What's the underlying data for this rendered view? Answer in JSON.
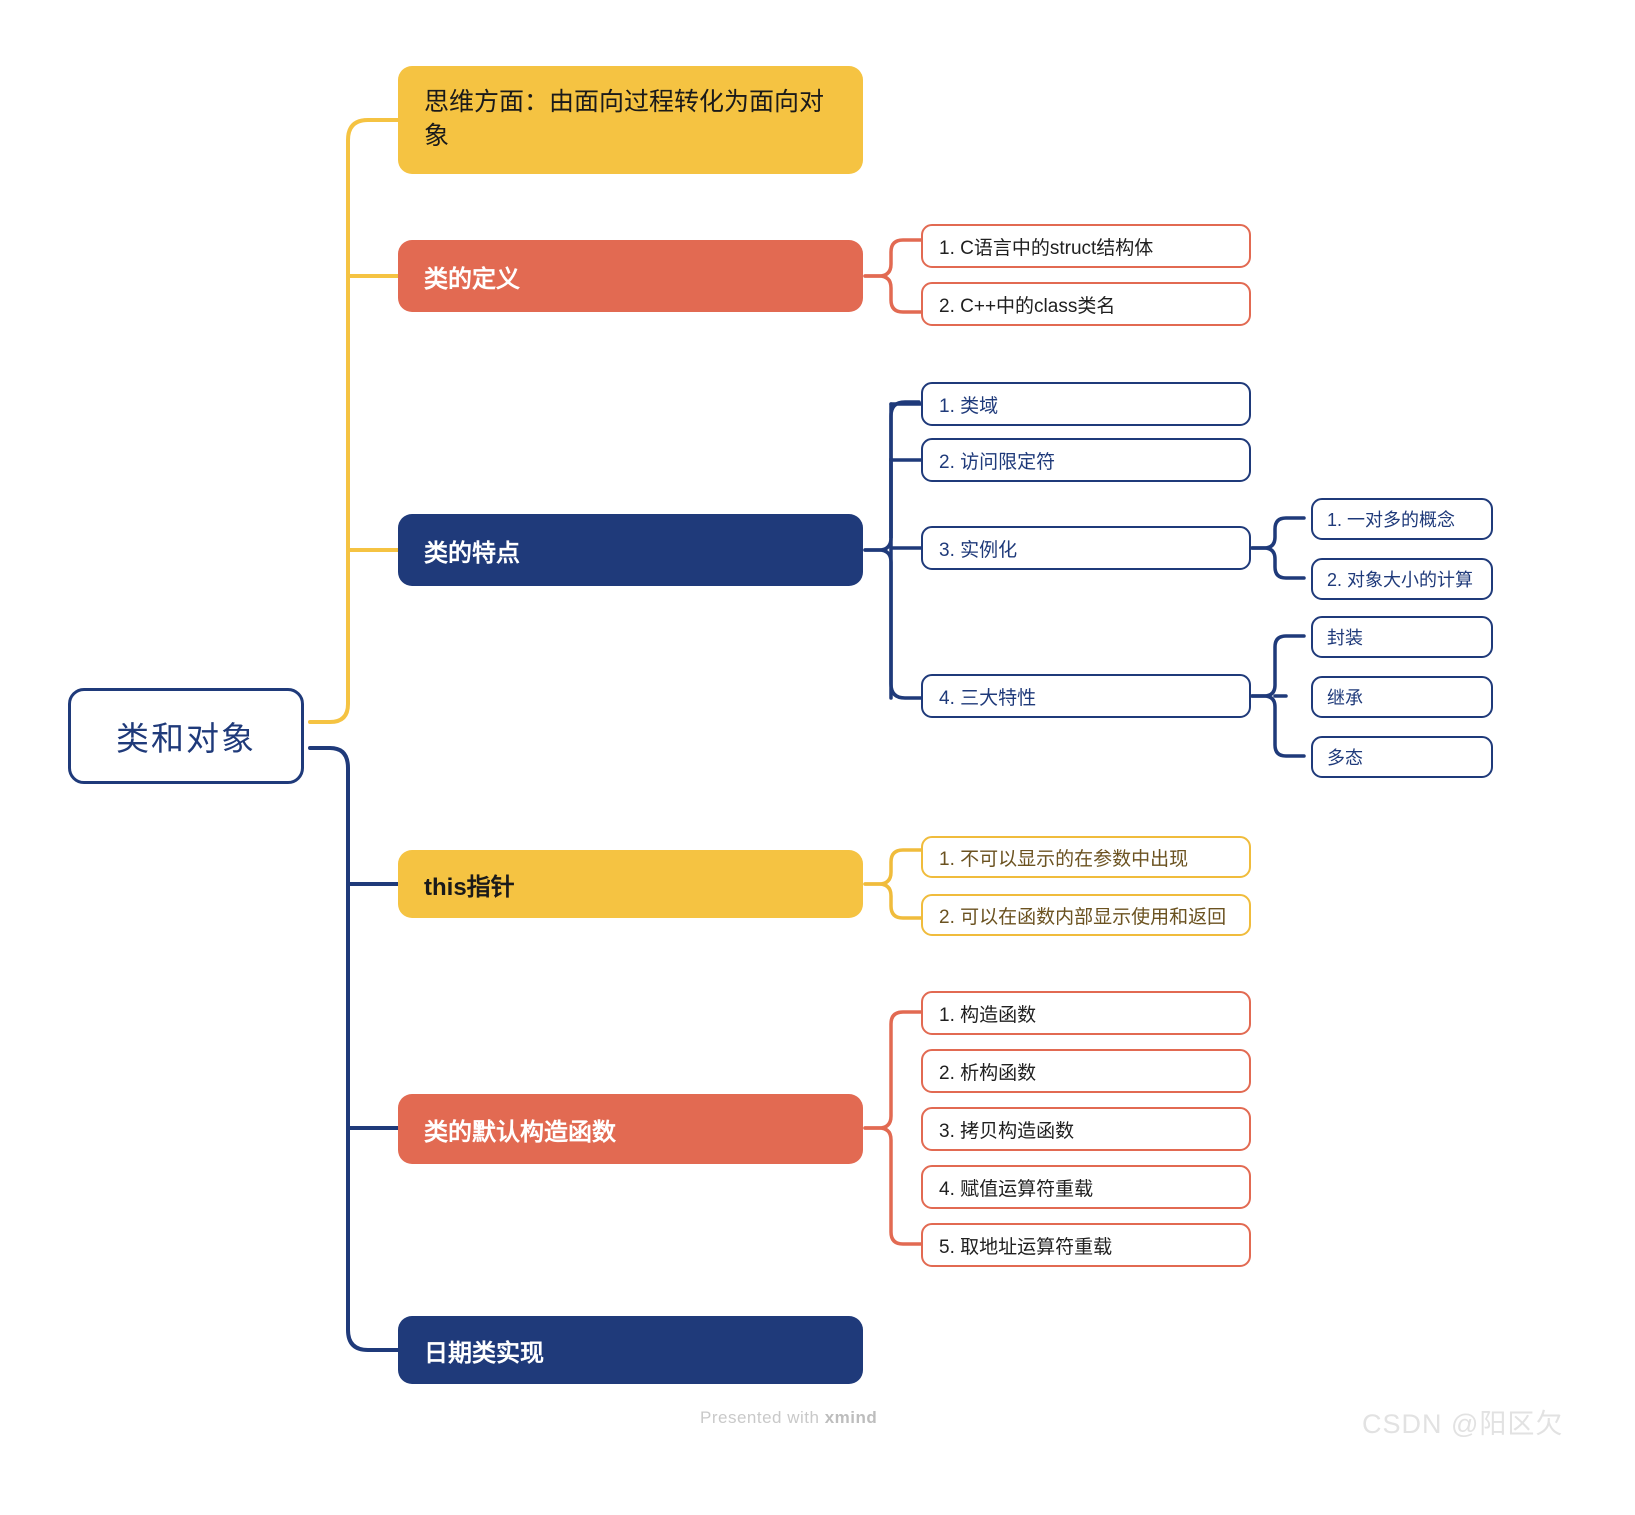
{
  "diagram": {
    "type": "mindmap",
    "tool": "xmind",
    "root": {
      "label": "类和对象",
      "color": "#1F3A7A"
    },
    "palette": {
      "yellow": "#F5C342",
      "orange": "#E26A52",
      "blue": "#1F3A7A",
      "white": "#FFFFFF"
    },
    "branches": [
      {
        "label": "思维方面：由面向过程转化为面向对象",
        "style": "yellow-fill",
        "children": []
      },
      {
        "label": "类的定义",
        "style": "orange-fill",
        "children": [
          {
            "label": "1. C语言中的struct结构体"
          },
          {
            "label": "2. C++中的class类名"
          }
        ]
      },
      {
        "label": "类的特点",
        "style": "blue-fill",
        "children": [
          {
            "label": "1. 类域"
          },
          {
            "label": "2. 访问限定符"
          },
          {
            "label": "3. 实例化",
            "children": [
              {
                "label": "1. 一对多的概念"
              },
              {
                "label": "2. 对象大小的计算"
              }
            ]
          },
          {
            "label": "4. 三大特性",
            "children": [
              {
                "label": "封装"
              },
              {
                "label": "继承"
              },
              {
                "label": "多态"
              }
            ]
          }
        ]
      },
      {
        "label": "this指针",
        "style": "yellow-fill",
        "children": [
          {
            "label": "1. 不可以显示的在参数中出现"
          },
          {
            "label": "2. 可以在函数内部显示使用和返回"
          }
        ]
      },
      {
        "label": "类的默认构造函数",
        "style": "orange-fill",
        "children": [
          {
            "label": "1. 构造函数"
          },
          {
            "label": "2. 析构函数"
          },
          {
            "label": "3. 拷贝构造函数"
          },
          {
            "label": "4. 赋值运算符重载"
          },
          {
            "label": "5. 取地址运算符重载"
          }
        ]
      },
      {
        "label": "日期类实现",
        "style": "blue-fill",
        "children": []
      }
    ]
  },
  "footer": {
    "xmind_prefix": "Presented with ",
    "xmind_brand": "xmind",
    "watermark": "CSDN @阳区欠"
  }
}
